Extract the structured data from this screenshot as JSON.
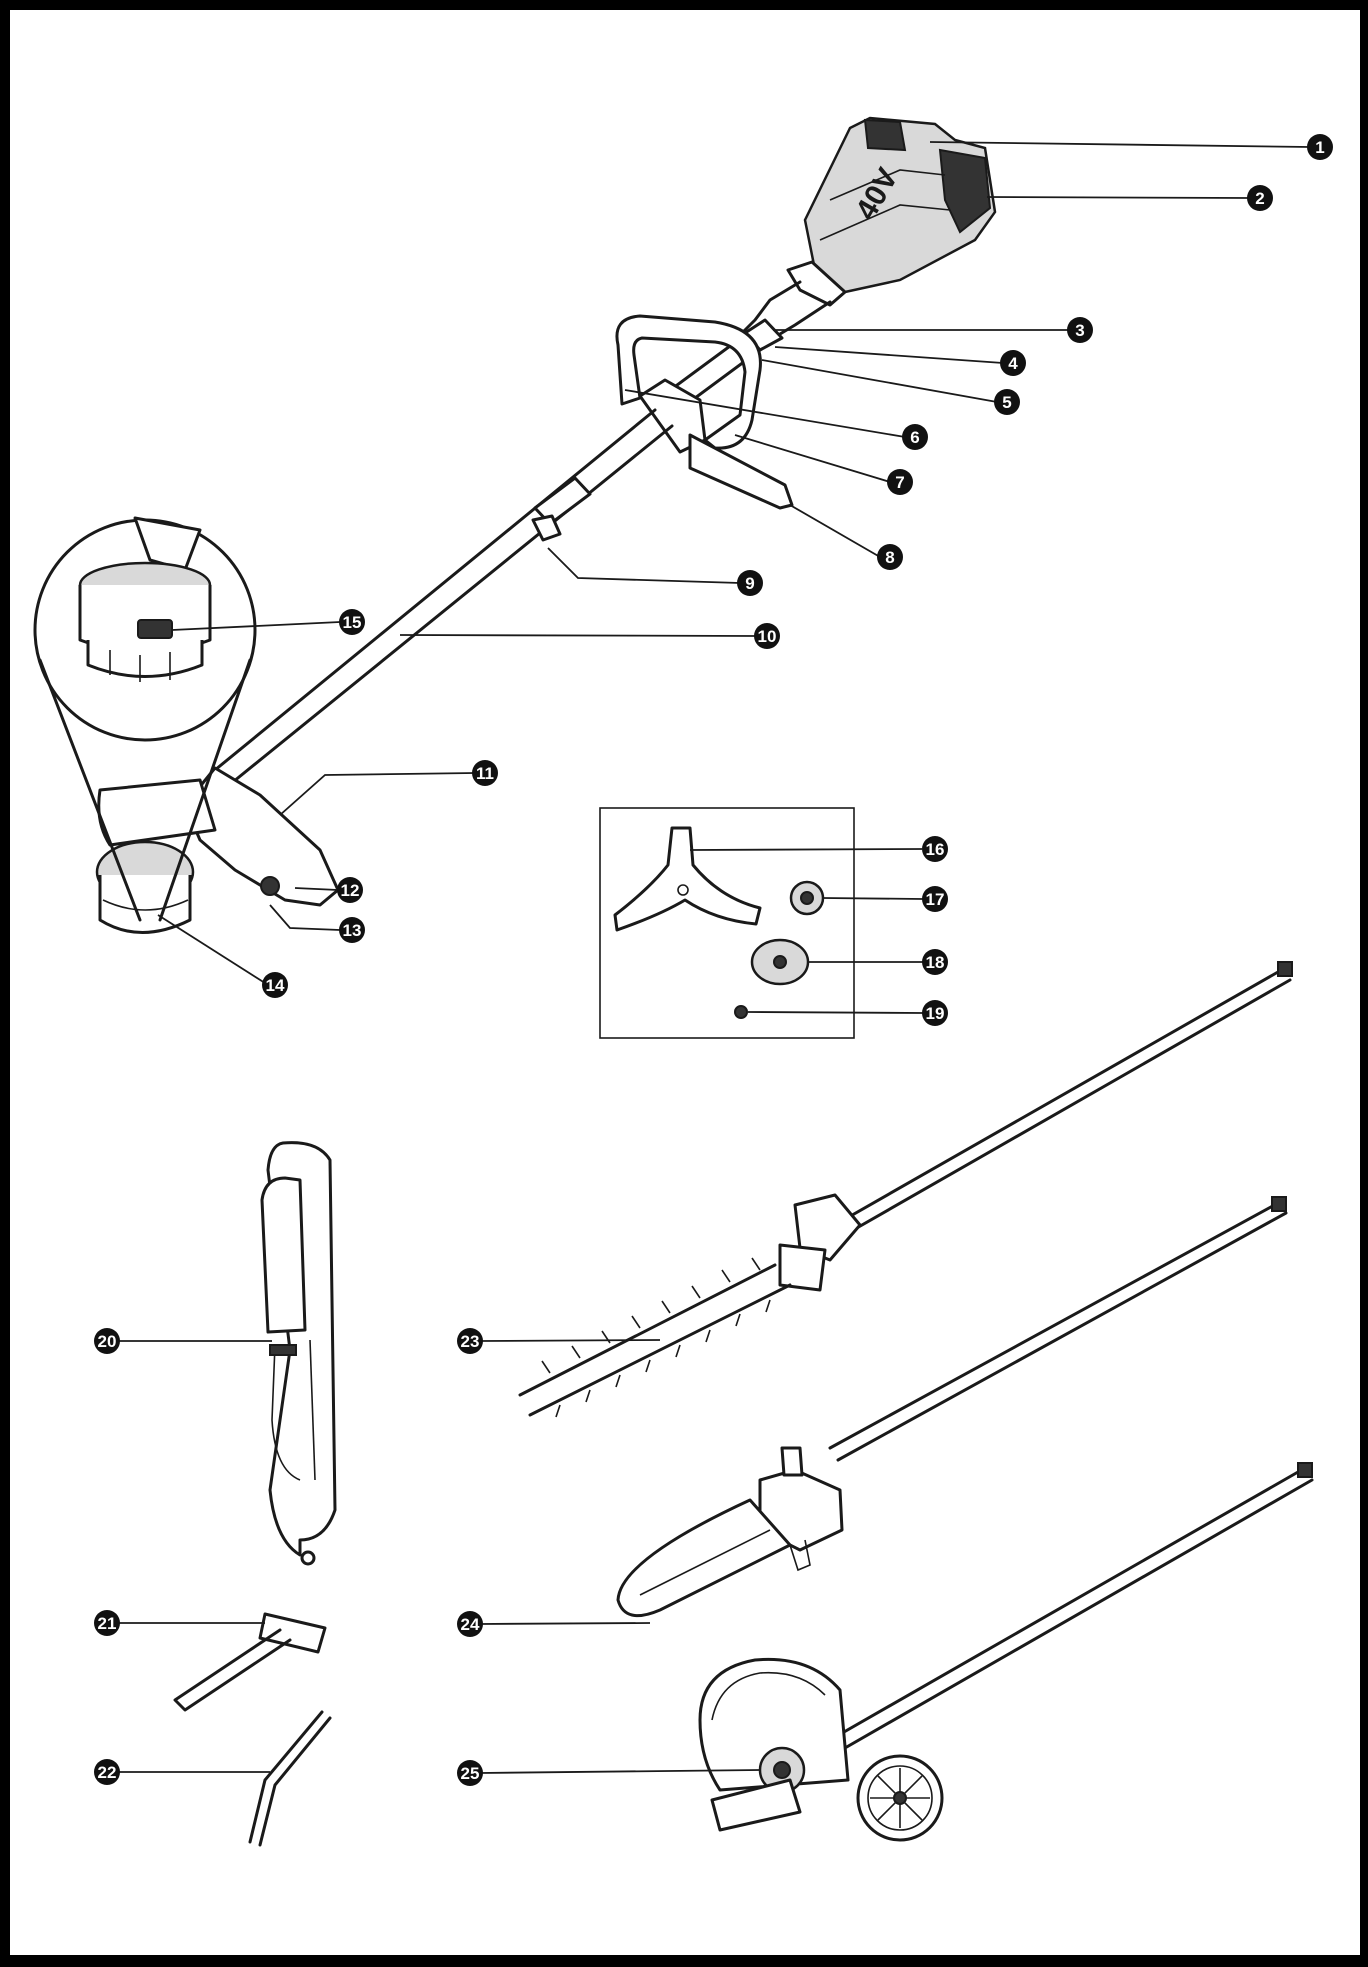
{
  "diagram": {
    "battery_marking": "40V",
    "callouts": [
      {
        "id": "1",
        "label": "1"
      },
      {
        "id": "2",
        "label": "2"
      },
      {
        "id": "3",
        "label": "3"
      },
      {
        "id": "4",
        "label": "4"
      },
      {
        "id": "5",
        "label": "5"
      },
      {
        "id": "6",
        "label": "6"
      },
      {
        "id": "7",
        "label": "7"
      },
      {
        "id": "8",
        "label": "8"
      },
      {
        "id": "9",
        "label": "9"
      },
      {
        "id": "10",
        "label": "10"
      },
      {
        "id": "11",
        "label": "11"
      },
      {
        "id": "12",
        "label": "12"
      },
      {
        "id": "13",
        "label": "13"
      },
      {
        "id": "14",
        "label": "14"
      },
      {
        "id": "15",
        "label": "15"
      },
      {
        "id": "16",
        "label": "16"
      },
      {
        "id": "17",
        "label": "17"
      },
      {
        "id": "18",
        "label": "18"
      },
      {
        "id": "19",
        "label": "19"
      },
      {
        "id": "20",
        "label": "20"
      },
      {
        "id": "21",
        "label": "21"
      },
      {
        "id": "22",
        "label": "22"
      },
      {
        "id": "23",
        "label": "23"
      },
      {
        "id": "24",
        "label": "24"
      },
      {
        "id": "25",
        "label": "25"
      }
    ]
  }
}
